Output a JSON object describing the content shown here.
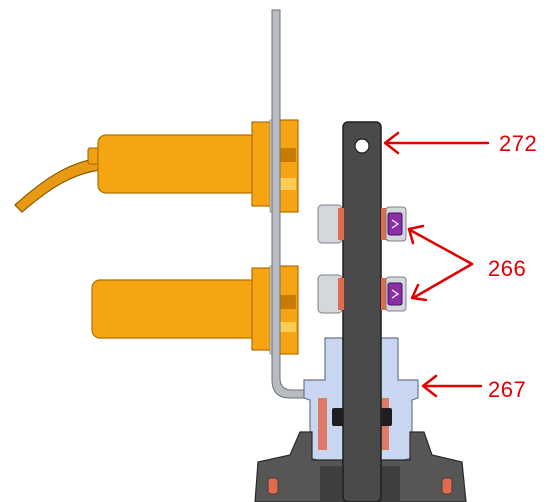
{
  "callouts": {
    "label_272": "272",
    "label_266": "266",
    "label_267": "267"
  },
  "colors": {
    "orange_body": "#f5a412",
    "orange_dark": "#c67c00",
    "orange_light": "#ffcc55",
    "cable": "#e89a12",
    "strap": "#4a4a4a",
    "strap_edge": "#1e1e1e",
    "sleeve_grey": "#d7d9dc",
    "rod_grey": "#b8bcc1",
    "nut_grey": "#d4d7db",
    "fastener_purple": "#8a2fa6",
    "housing_blue": "#c9d6f2",
    "housing_edge": "#6a7590",
    "base_dark": "#565656",
    "gasket_red": "#e06a4e",
    "arrow_red": "#e00000"
  }
}
